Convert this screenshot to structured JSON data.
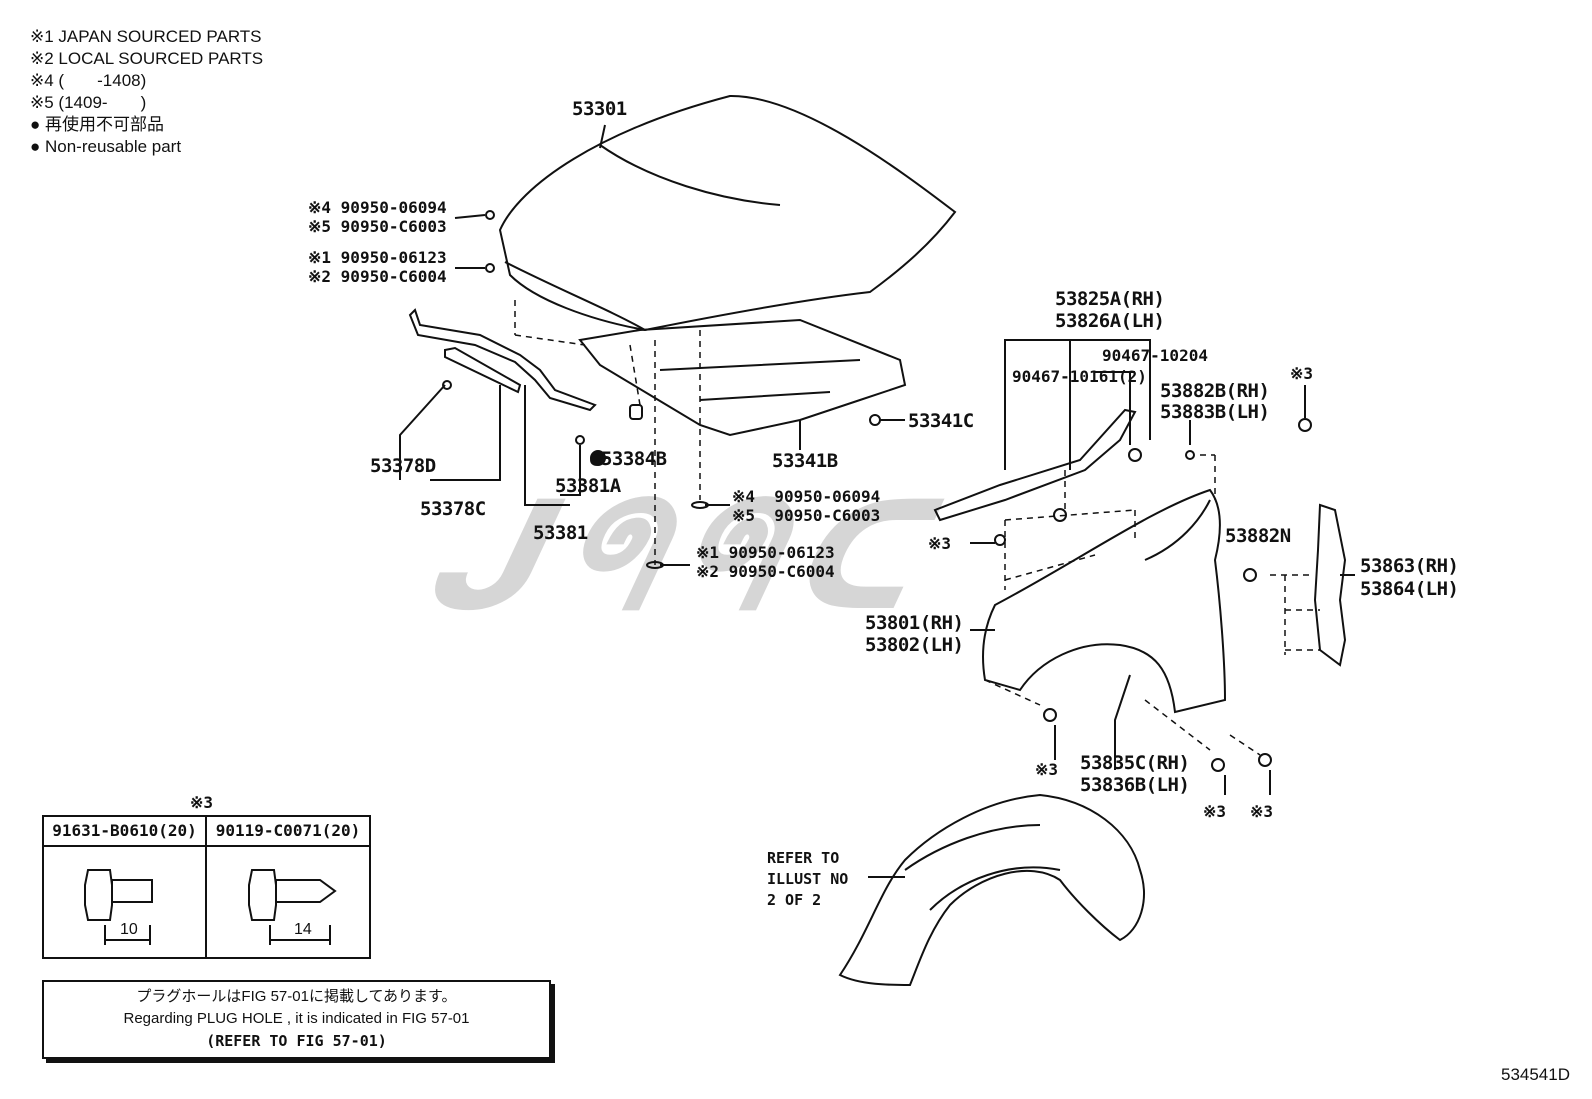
{
  "legend": [
    "※1 JAPAN SOURCED PARTS",
    "※2 LOCAL SOURCED PARTS",
    "※4 (       -1408)",
    "※5 (1409-       )",
    "● 再使用不可部品",
    "● Non-reusable part"
  ],
  "labels": {
    "p53301": "53301",
    "s4_a": "※4 90950-06094",
    "s5_a": "※5 90950-C6003",
    "s1_a": "※1 90950-06123",
    "s2_a": "※2 90950-C6004",
    "p53378D": "53378D",
    "p53378C": "53378C",
    "p53381A": "53381A",
    "p53381": "53381",
    "p53384B": "●53384B",
    "p53341B": "53341B",
    "p53341C": "53341C",
    "s4_b": "※4  90950-06094",
    "s5_b": "※5  90950-C6003",
    "s1_b": "※1 90950-06123",
    "s2_b": "※2 90950-C6004",
    "p53825A": "53825A(RH)",
    "p53826A": "53826A(LH)",
    "p90467_10204": "90467-10204",
    "p90467_10161": "90467-10161(2)",
    "p53882B": "53882B(RH)",
    "p53883B": "53883B(LH)",
    "s3_a": "※3",
    "s3_b": "※3",
    "p53882N": "53882N",
    "p53863": "53863(RH)",
    "p53864": "53864(LH)",
    "p53801": "53801(RH)",
    "p53802": "53802(LH)",
    "p53835C": "53835C(RH)",
    "p53836B": "53836B(LH)",
    "s3_c": "※3",
    "s3_d": "※3",
    "s3_e": "※3",
    "refer1": "REFER TO",
    "refer2": "ILLUST NO",
    "refer3": "2 OF 2"
  },
  "table": {
    "title": "※3",
    "col1": "91631-B0610(20)",
    "col2": "90119-C0071(20)",
    "dim1": "10",
    "dim2": "14"
  },
  "refbox": {
    "jp": "プラグホールはFIG 57-01に掲載してあります。",
    "en": "Regarding  PLUG  HOLE , it is indicated in FIG  57-01",
    "ref": "(REFER  TO  FIG  57-01)"
  },
  "watermark": "ᒍᖗᖗᑕ",
  "figure_id": "534541D"
}
